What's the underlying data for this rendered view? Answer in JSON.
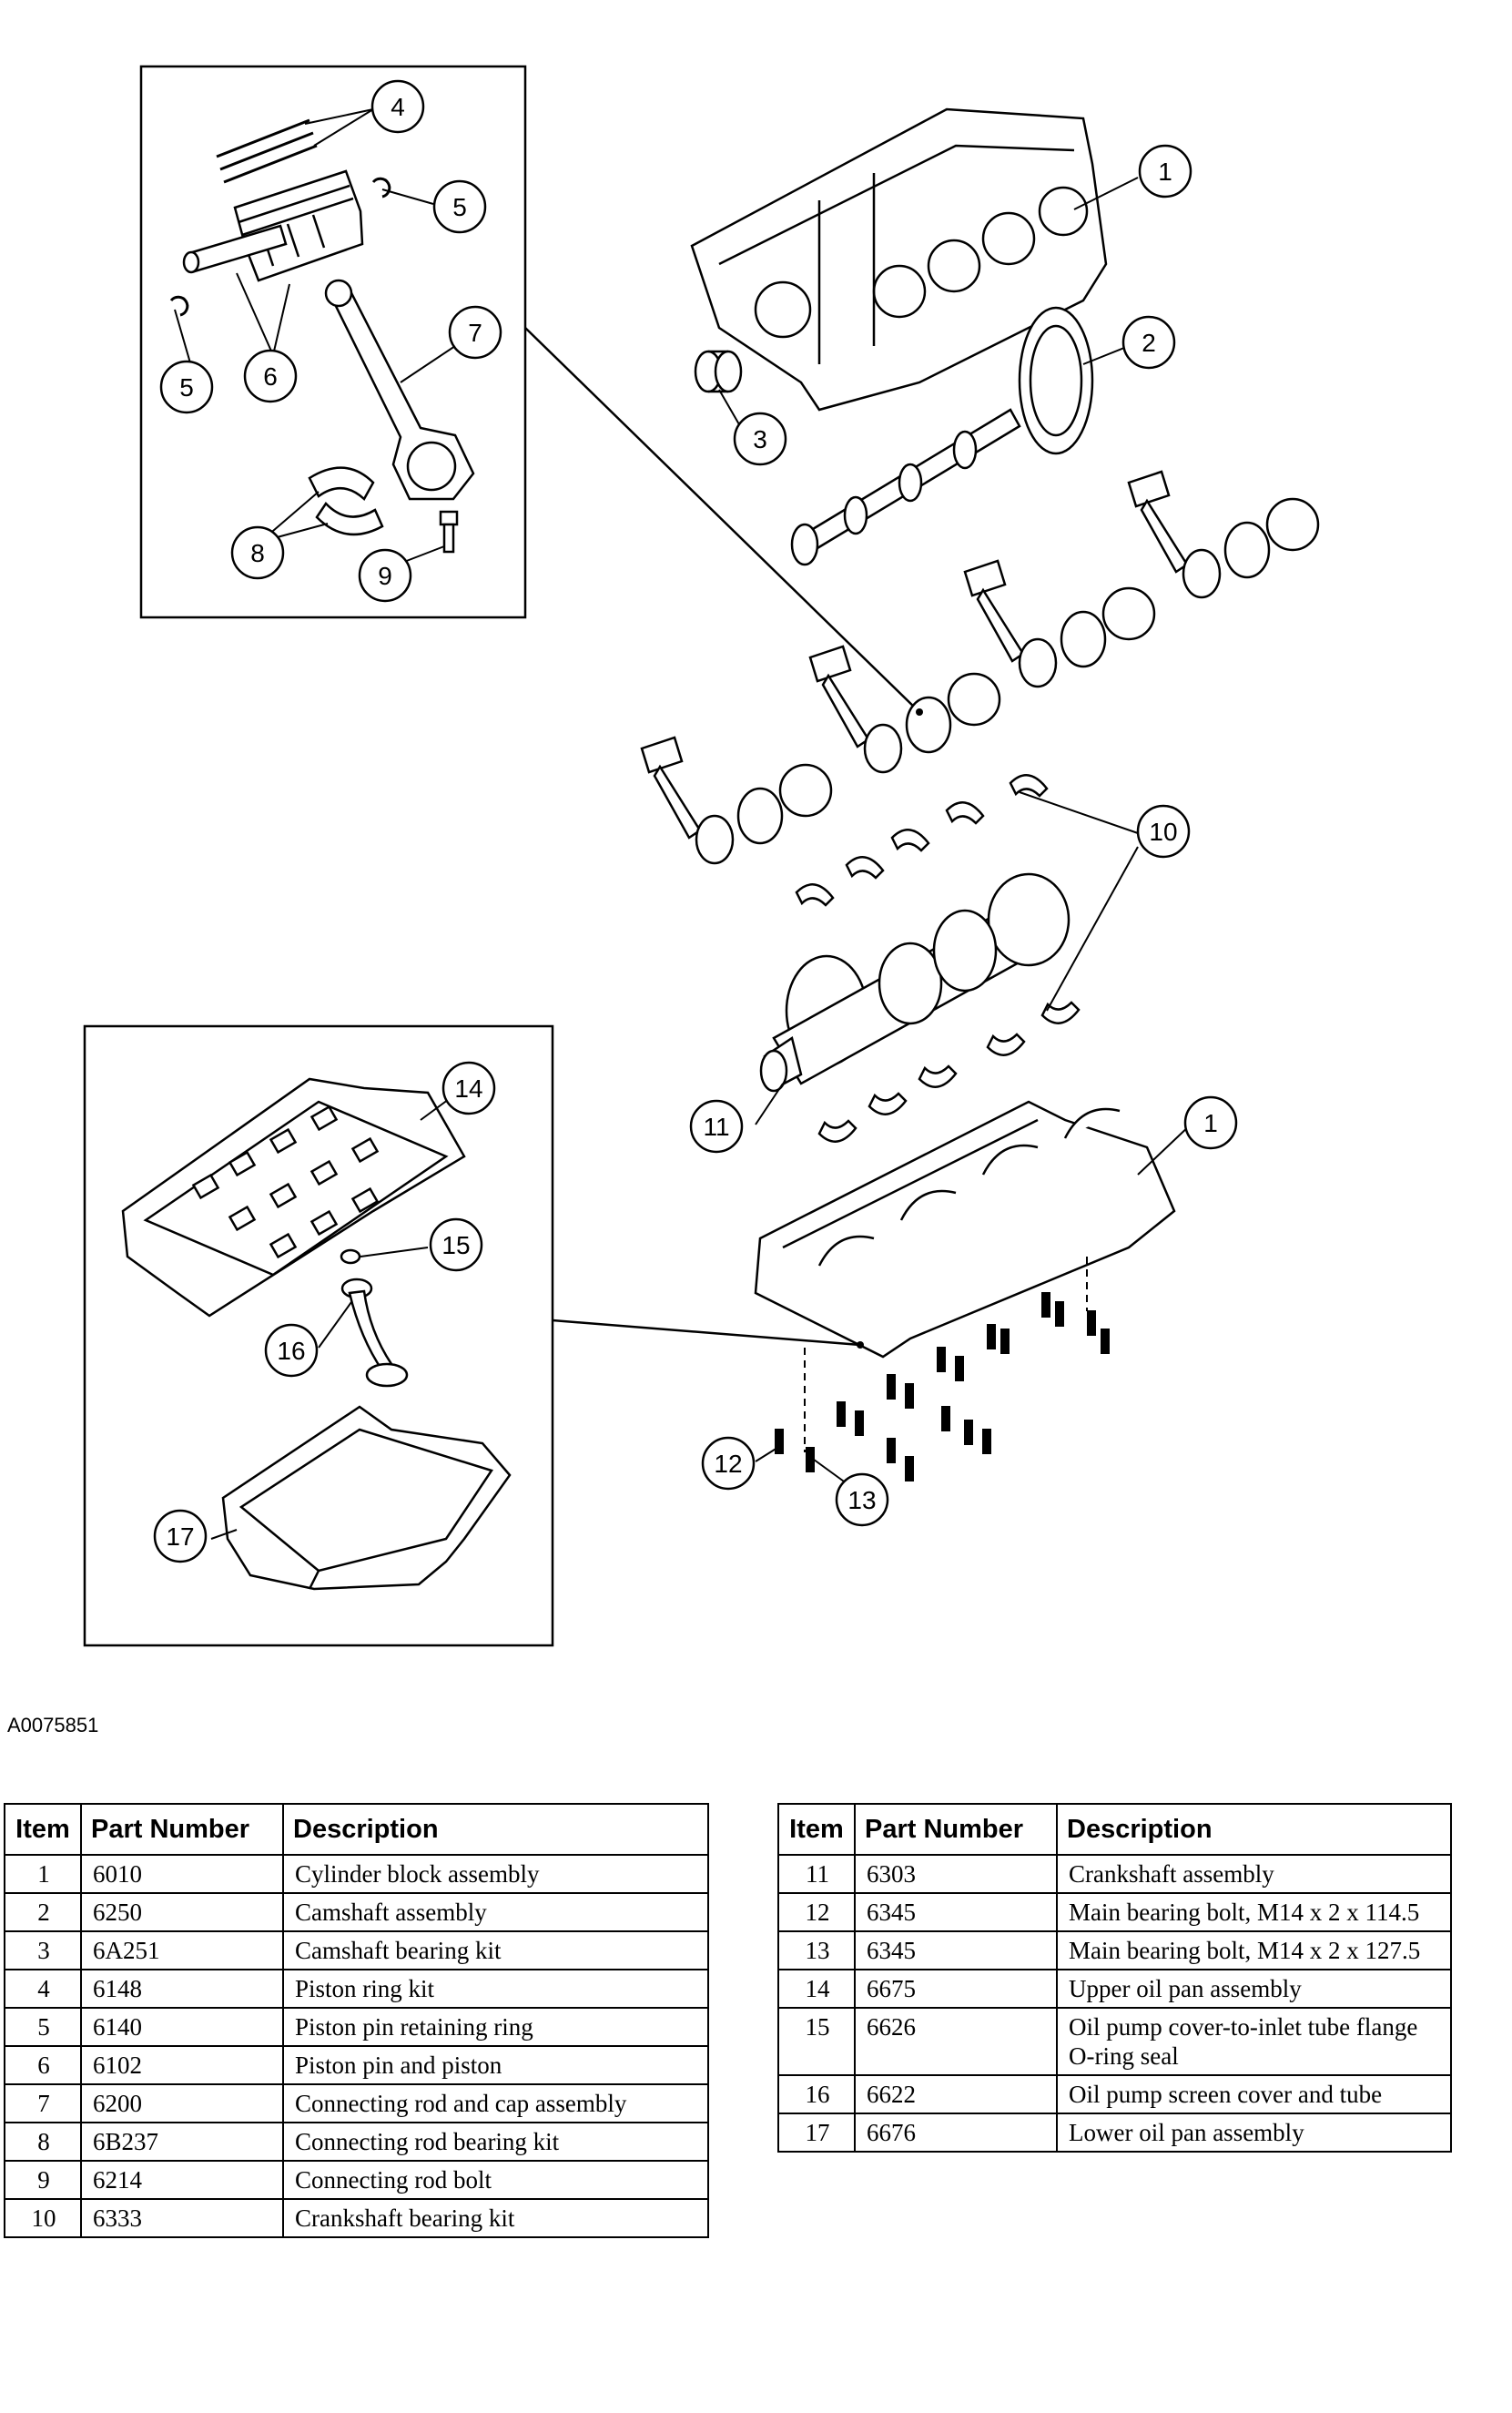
{
  "figure_id": "A0075851",
  "callouts": [
    "1",
    "2",
    "3",
    "4",
    "5",
    "5",
    "6",
    "7",
    "8",
    "9",
    "10",
    "11",
    "1",
    "12",
    "13",
    "14",
    "15",
    "16",
    "17"
  ],
  "table_headers": {
    "item": "Item",
    "part_number": "Part Number",
    "description": "Description"
  },
  "parts_left": [
    {
      "item": "1",
      "part": "6010",
      "desc": "Cylinder block assembly"
    },
    {
      "item": "2",
      "part": "6250",
      "desc": "Camshaft assembly"
    },
    {
      "item": "3",
      "part": "6A251",
      "desc": "Camshaft bearing kit"
    },
    {
      "item": "4",
      "part": "6148",
      "desc": "Piston ring kit"
    },
    {
      "item": "5",
      "part": "6140",
      "desc": "Piston pin retaining ring"
    },
    {
      "item": "6",
      "part": "6102",
      "desc": "Piston pin and piston"
    },
    {
      "item": "7",
      "part": "6200",
      "desc": "Connecting rod and cap assembly"
    },
    {
      "item": "8",
      "part": "6B237",
      "desc": "Connecting rod bearing kit"
    },
    {
      "item": "9",
      "part": "6214",
      "desc": "Connecting rod bolt"
    },
    {
      "item": "10",
      "part": "6333",
      "desc": "Crankshaft bearing kit"
    }
  ],
  "parts_right": [
    {
      "item": "11",
      "part": "6303",
      "desc": "Crankshaft assembly"
    },
    {
      "item": "12",
      "part": "6345",
      "desc": "Main bearing bolt, M14 x 2 x 114.5"
    },
    {
      "item": "13",
      "part": "6345",
      "desc": "Main bearing bolt, M14 x 2 x 127.5"
    },
    {
      "item": "14",
      "part": "6675",
      "desc": "Upper oil pan assembly"
    },
    {
      "item": "15",
      "part": "6626",
      "desc": "Oil pump cover-to-inlet tube flange O-ring seal"
    },
    {
      "item": "16",
      "part": "6622",
      "desc": "Oil pump screen cover and tube"
    },
    {
      "item": "17",
      "part": "6676",
      "desc": "Lower oil pan assembly"
    }
  ]
}
